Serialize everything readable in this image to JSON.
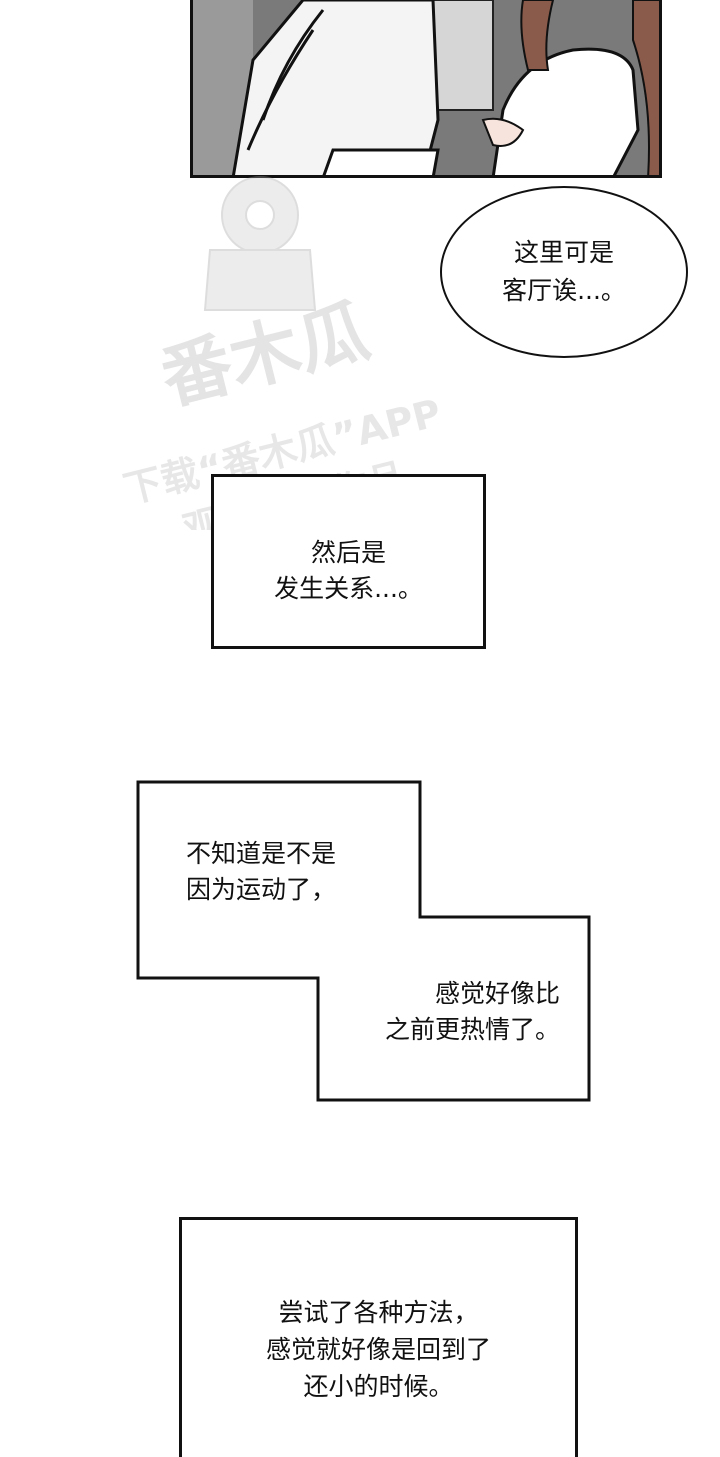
{
  "speech_bubble": {
    "text": "这里可是\n客厅诶...。"
  },
  "narration_1": {
    "text": "然后是\n发生关系...。"
  },
  "narration_2a": {
    "text": "不知道是不是\n因为运动了，"
  },
  "narration_2b": {
    "text": "感觉好像比\n之前更热情了。"
  },
  "narration_3": {
    "text": "尝试了各种方法，\n感觉就好像是回到了\n还小的时候。"
  },
  "watermark": {
    "logo_text": "番木瓜",
    "line1": "下载“番木瓜”APP",
    "line2": "观看更多作品"
  }
}
